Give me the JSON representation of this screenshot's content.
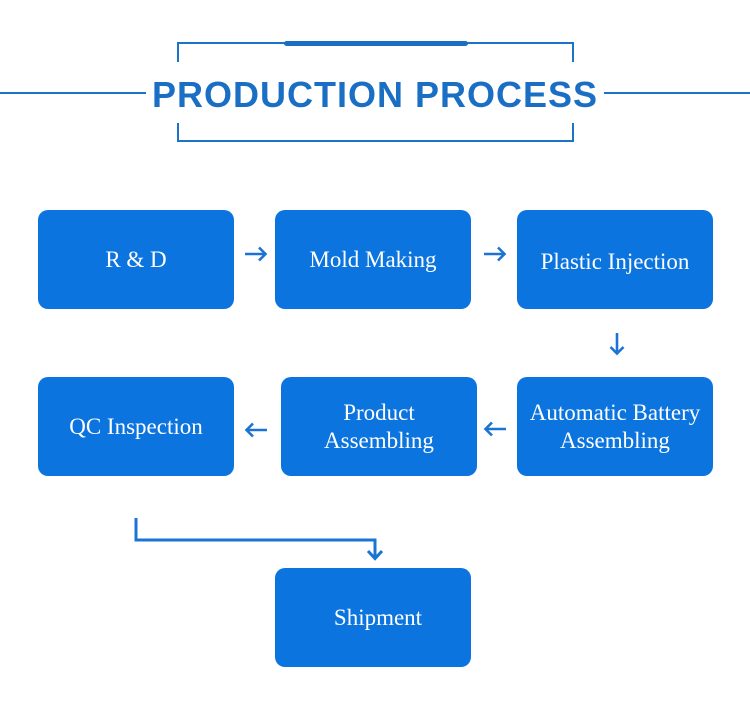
{
  "header": {
    "title": "PRODUCTION PROCESS"
  },
  "colors": {
    "box_fill": "#0b74de",
    "accent": "#1a6fc4",
    "box_text": "#ffffff"
  },
  "steps": [
    {
      "id": "rd",
      "lines": [
        "R & D"
      ]
    },
    {
      "id": "mold-making",
      "lines": [
        "Mold Making"
      ]
    },
    {
      "id": "plastic-injection",
      "lines": [
        "Plastic Injection"
      ]
    },
    {
      "id": "automatic-battery-assembling",
      "lines": [
        "Automatic Battery",
        "Assembling"
      ]
    },
    {
      "id": "product-assembling",
      "lines": [
        "Product",
        "Assembling"
      ]
    },
    {
      "id": "qc-inspection",
      "lines": [
        "QC Inspection"
      ]
    },
    {
      "id": "shipment",
      "lines": [
        "Shipment"
      ]
    }
  ],
  "flow": [
    {
      "from": "R & D",
      "to": "Mold Making",
      "direction": "right"
    },
    {
      "from": "Mold Making",
      "to": "Plastic Injection",
      "direction": "right"
    },
    {
      "from": "Plastic Injection",
      "to": "Automatic Battery Assembling",
      "direction": "down"
    },
    {
      "from": "Automatic Battery Assembling",
      "to": "Product Assembling",
      "direction": "left"
    },
    {
      "from": "Product Assembling",
      "to": "QC Inspection",
      "direction": "left"
    },
    {
      "from": "QC Inspection",
      "to": "Shipment",
      "direction": "elbow-down"
    }
  ]
}
